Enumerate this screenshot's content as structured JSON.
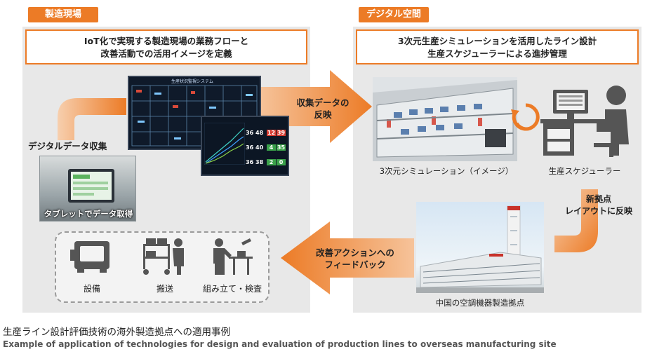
{
  "left": {
    "tag": "製造現場",
    "heading_line1": "IoT化で実現する製造現場の業務フローと",
    "heading_line2": "改善活動での活用イメージを定義",
    "digital_collection": "デジタルデータ収集",
    "tablet_label": "タブレットでデータ取得",
    "icons": [
      {
        "label": "設備",
        "icon": "machine-icon"
      },
      {
        "label": "搬送",
        "icon": "worker-cart-icon"
      },
      {
        "label": "組み立て・検査",
        "icon": "assembly-worker-icon"
      }
    ]
  },
  "right": {
    "tag": "デジタル空間",
    "heading_line1": "3次元生産シミュレーションを活用したライン設計",
    "heading_line2": "生産スケジューラーによる進捗管理",
    "sim_caption": "3次元シミュレーション（イメージ）",
    "scheduler_caption": "生産スケジューラー",
    "factory_caption": "中国の空調機器製造拠点",
    "new_base_line1": "新拠点",
    "new_base_line2": "レイアウトに反映"
  },
  "arrows": {
    "top_line1": "収集データの",
    "top_line2": "反映",
    "bottom_line1": "改善アクションへの",
    "bottom_line2": "フィードバック"
  },
  "dashboard": {
    "title": "生産状況監視システム",
    "rows": [
      {
        "a": "36",
        "b": "48",
        "c": "12",
        "d": "39"
      },
      {
        "a": "36",
        "b": "40",
        "c": "4",
        "d": "35"
      },
      {
        "a": "36",
        "b": "38",
        "c": "2",
        "d": "0"
      }
    ]
  },
  "caption": {
    "ja": "生産ライン設計評価技術の海外製造拠点への適用事例",
    "en": "Example of application of technologies for design and evaluation of production lines to overseas manufacturing site"
  },
  "colors": {
    "accent": "#ec7b26",
    "panel": "#e8e8e8",
    "icon_gray": "#555555"
  }
}
